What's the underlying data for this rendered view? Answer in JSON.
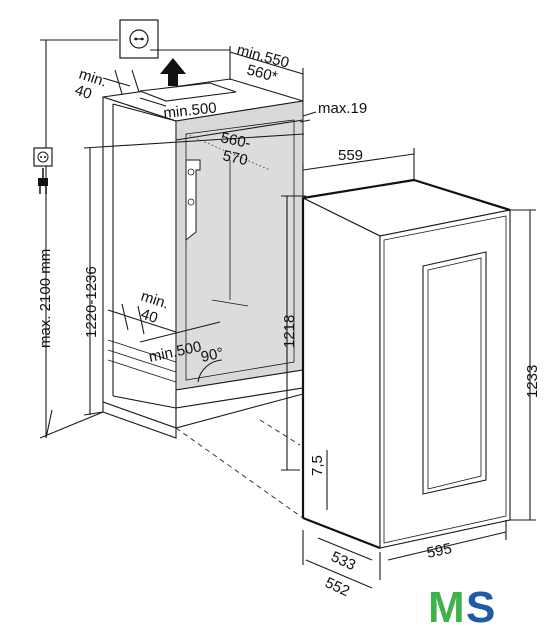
{
  "dimensions": {
    "top_depth_min": "min.550",
    "top_depth_std": "560*",
    "top_side_min_a": "min.",
    "top_side_min_b": "40",
    "top_vent_min": "min.500",
    "gap_max": "max.19",
    "niche_width_a": "560-",
    "niche_width_b": "570",
    "appliance_width": "559",
    "total_height_max": "max. 2100 mm",
    "niche_height": "1220-1236",
    "appliance_niche_height": "1218",
    "appliance_height": "1233",
    "bottom_side_min_a": "min.",
    "bottom_side_min_b": "40",
    "bottom_vent_min": "min.500",
    "angle": "90°",
    "door_gap": "7,5",
    "depth_body": "533",
    "depth_total": "552",
    "front_width": "595"
  },
  "logo": {
    "letter_m": "M",
    "letter_s": "S"
  },
  "colors": {
    "logo_green": "#3db34a",
    "logo_blue": "#1e5aa8",
    "niche_fill": "#d9d9d9"
  },
  "icons": [
    "power-socket-icon",
    "power-plug-icon",
    "ventilation-arrow-icon",
    "fan-outlet-icon"
  ]
}
